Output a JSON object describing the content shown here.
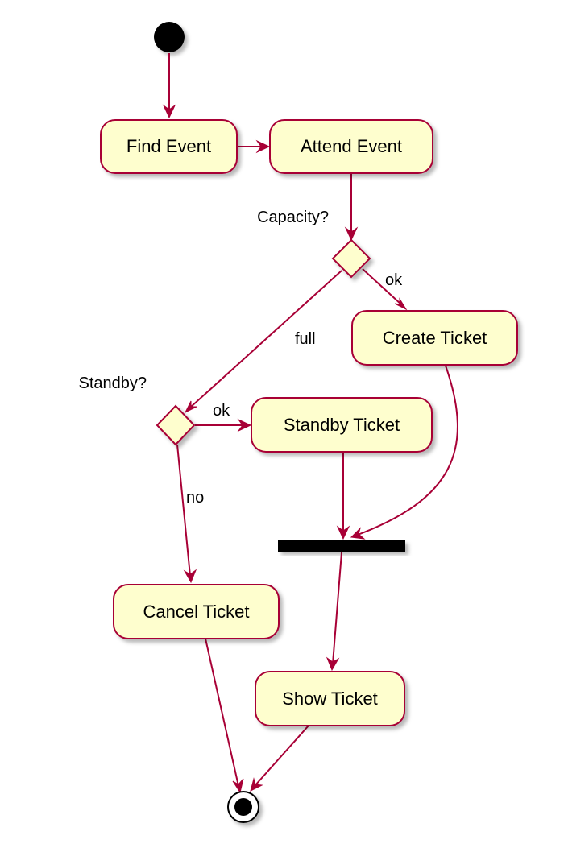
{
  "diagram": {
    "colors": {
      "node_fill": "#FEFECE",
      "border": "#A80036",
      "shadow": "#999999",
      "text": "#000000"
    },
    "nodes": {
      "find_event": "Find Event",
      "attend_event": "Attend Event",
      "create_ticket": "Create Ticket",
      "standby_ticket": "Standby Ticket",
      "cancel_ticket": "Cancel Ticket",
      "show_ticket": "Show Ticket"
    },
    "decisions": {
      "capacity": "Capacity?",
      "standby": "Standby?"
    },
    "edge_labels": {
      "capacity_ok": "ok",
      "capacity_full": "full",
      "standby_ok": "ok",
      "standby_no": "no"
    }
  }
}
